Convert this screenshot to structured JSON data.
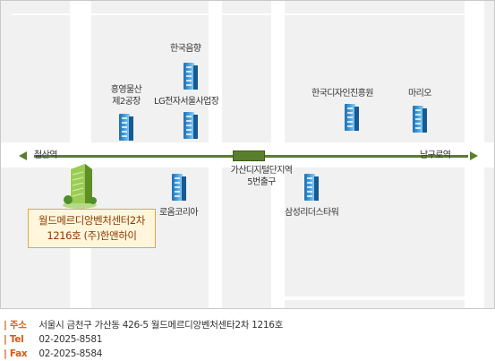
{
  "map": {
    "stations": {
      "left": "철산역",
      "right": "남구로역",
      "center_line1": "가산디지털단지역",
      "center_line2": "5번출구"
    },
    "buildings": {
      "hongyoung_line1": "흥영물산",
      "hongyoung_line2": "제2공장",
      "hankook_eumhyang": "한국음향",
      "lg": "LG전자서울사업장",
      "hankook_design": "한국디자인진흥원",
      "mario": "마리오",
      "roem": "로옴코리아",
      "samsung": "삼성리더스타워"
    },
    "target": {
      "line1": "월드메르디앙벤처센터2차",
      "line2": "1216호 (주)한앤하이"
    },
    "colors": {
      "subway_line": "#5a7f2c",
      "map_bg": "#f1f1f1",
      "target_border": "#e6a24a",
      "target_text": "#8a3a00",
      "label_accent": "#d85a12"
    }
  },
  "info": {
    "address_label": "주소",
    "address_value": "서울시 금천구 가산동 426-5 월드메르디앙벤처센타2차 1216호",
    "tel_label": "Tel",
    "tel_value": "02-2025-8581",
    "fax_label": "Fax",
    "fax_value": "02-2025-8584"
  }
}
